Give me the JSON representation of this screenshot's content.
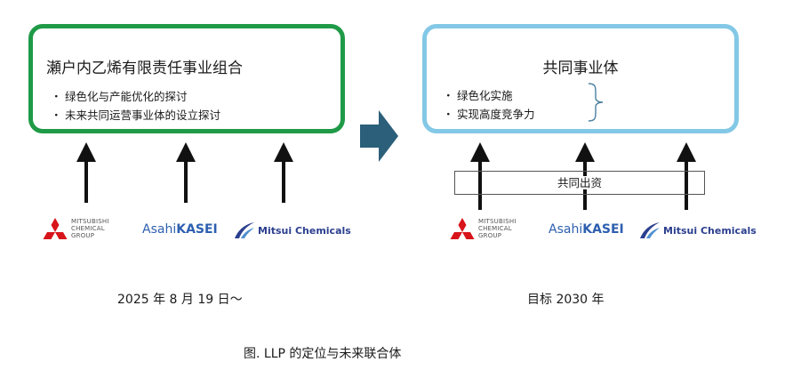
{
  "left_box": {
    "title": "瀬户内乙烯有限责任事业组合",
    "bullets": [
      "绿色化与产能优化的探讨",
      "未来共同运营事业体的设立探讨"
    ]
  },
  "right_box": {
    "title": "共同事业体",
    "bullets": [
      "绿色化实施",
      "实现高度竞争力"
    ]
  },
  "bullet_symbol": "・",
  "joint_investment_label": "共同出资",
  "logos": {
    "mitsubishi_lines": [
      "MITSUBISHI",
      "CHEMICAL",
      "GROUP"
    ],
    "asahi_regular": "Asahi",
    "asahi_bold": "KASEI",
    "mitsui": "Mitsui Chemicals"
  },
  "dates": {
    "left": "2025 年 8 月 19 日～",
    "right": "目标 2030 年"
  },
  "figure_caption": "图. LLP 的定位与未来联合体",
  "colors": {
    "left_border": "#1f9a47",
    "right_border": "#83c8e6",
    "transition_arrow": "#2b5f7a",
    "mitsubishi_red": "#d7141a"
  }
}
